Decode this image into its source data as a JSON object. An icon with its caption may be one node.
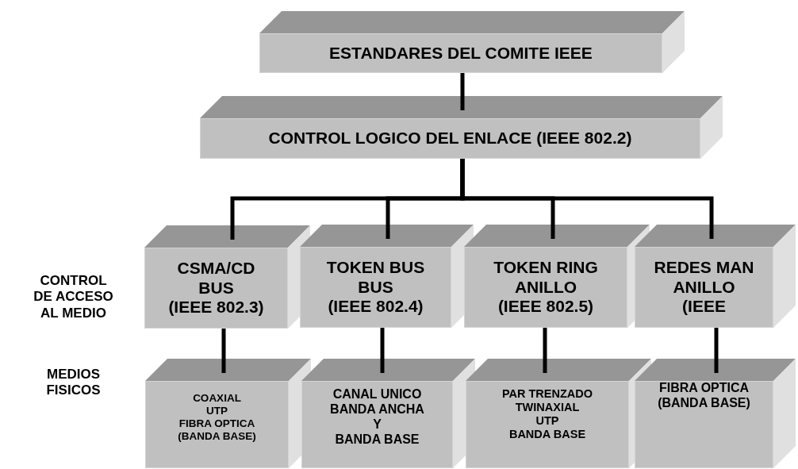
{
  "diagram": {
    "nodes": [
      {
        "text": [
          "ESTANDARES DEL COMITE IEEE"
        ]
      },
      {
        "text": [
          "CONTROL LOGICO DEL ENLACE (IEEE 802.2)"
        ]
      },
      {
        "text": [
          "CSMA/CD BUS (IEEE 802.3)"
        ]
      },
      {
        "text": [
          "TOKEN BUS BUS (IEEE 802.4)"
        ]
      },
      {
        "text": [
          "TOKEN RING ANILLO (IEEE 802.5)"
        ]
      },
      {
        "text": [
          "REDES MAN ANILLO (IEEE"
        ]
      },
      {
        "text": [
          "COAXIAL UTP FIBRA OPTICA (BANDA BASE)"
        ]
      },
      {
        "text": [
          "CANAL UNICO BANDA ANCHA Y BANDA BASE"
        ]
      },
      {
        "text": [
          "PAR TRENZADO TWINAXIAL UTP BANDA BASE"
        ]
      },
      {
        "text": [
          "FIBRA OPTICA (BANDA BASE)"
        ]
      }
    ],
    "edges": [
      {
        "from": 0,
        "to": 1,
        "arrow": "none"
      },
      {
        "from": 1,
        "to": 2,
        "arrow": "none"
      },
      {
        "from": 1,
        "to": 3,
        "arrow": "none"
      },
      {
        "from": 1,
        "to": 4,
        "arrow": "none"
      },
      {
        "from": 1,
        "to": 5,
        "arrow": "none"
      },
      {
        "from": 2,
        "to": 6,
        "arrow": "none"
      },
      {
        "from": 3,
        "to": 7,
        "arrow": "none"
      },
      {
        "from": 4,
        "to": 8,
        "arrow": "none"
      },
      {
        "from": 5,
        "to": 9,
        "arrow": "none"
      }
    ],
    "labels": [
      "CONTROL DE ACCESO AL MEDIO",
      "MEDIOS FISICOS"
    ]
  }
}
